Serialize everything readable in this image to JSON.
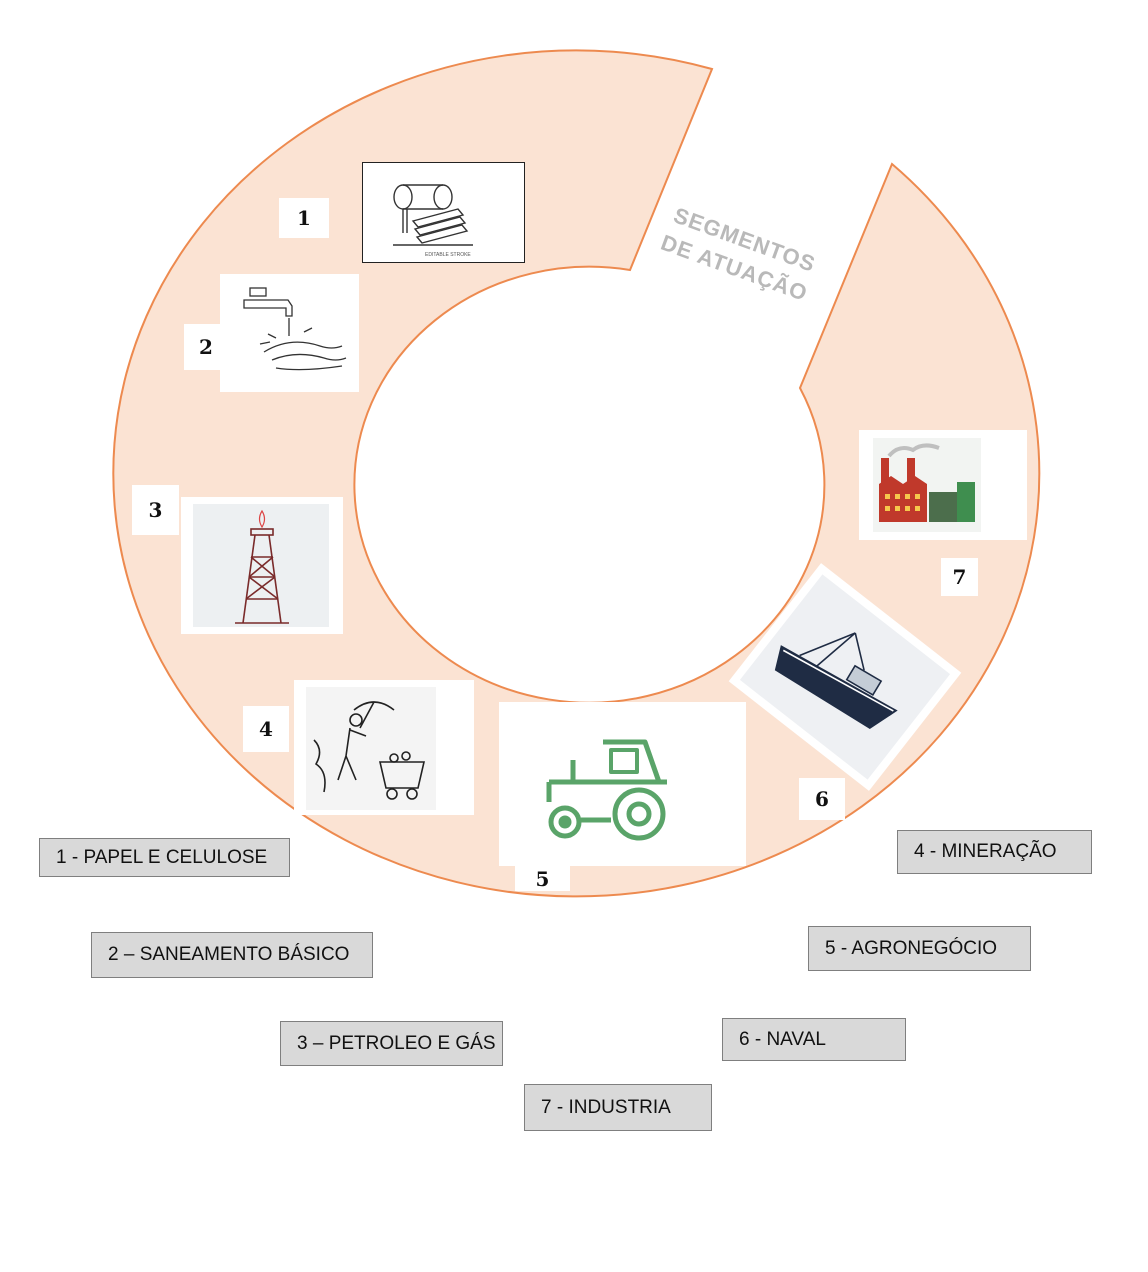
{
  "diagram": {
    "title_line1": "SEGMENTOS",
    "title_line2": "DE ATUAÇÃO",
    "ring_color": "#fbe3d3",
    "ring_stroke": "#ed8a4f",
    "markers": [
      "1",
      "2",
      "3",
      "4",
      "5",
      "6",
      "7"
    ],
    "icons": [
      {
        "name": "paper-roll-machine-icon",
        "caption": "EDITABLE STROKE"
      },
      {
        "name": "faucet-hands-icon"
      },
      {
        "name": "oil-derrick-icon"
      },
      {
        "name": "miner-cart-icon"
      },
      {
        "name": "tractor-icon",
        "color": "#5aa469"
      },
      {
        "name": "fishing-ship-icon"
      },
      {
        "name": "factory-icon"
      }
    ]
  },
  "legend": [
    "1 - PAPEL  E CELULOSE",
    "2 – SANEAMENTO BÁSICO",
    "3 – PETROLEO E GÁS",
    "4 - MINERAÇÃO",
    "5 - AGRONEGÓCIO",
    "6 - NAVAL",
    "7 - INDUSTRIA"
  ]
}
